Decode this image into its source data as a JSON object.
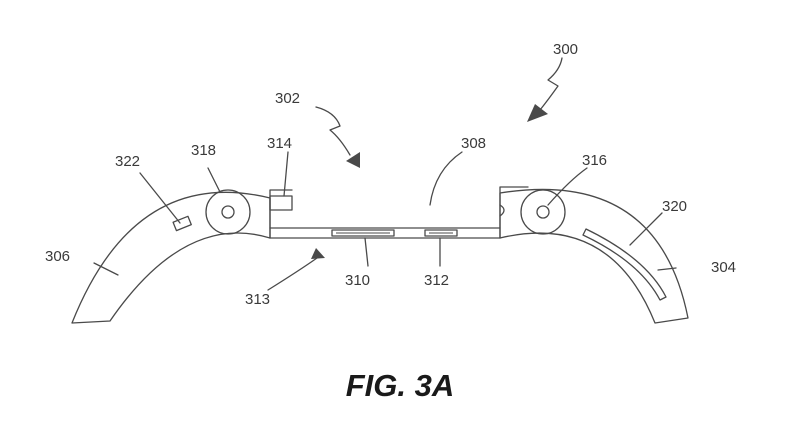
{
  "figure": {
    "caption": "FIG. 3A",
    "labels": {
      "r300": "300",
      "r302": "302",
      "r304": "304",
      "r306": "306",
      "r308": "308",
      "r310": "310",
      "r312": "312",
      "r313": "313",
      "r314": "314",
      "r316": "316",
      "r318": "318",
      "r320": "320",
      "r322": "322"
    }
  }
}
